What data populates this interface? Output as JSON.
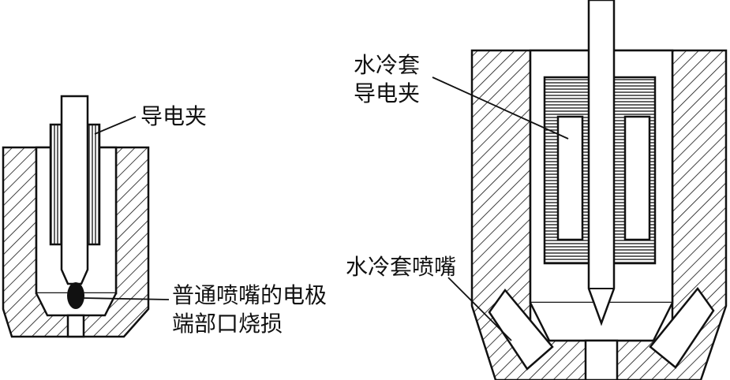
{
  "colors": {
    "ink": "#111111",
    "fill": "#ffffff"
  },
  "left_figure": {
    "clip_label": "导电夹",
    "damage_label_line1": "普通喷嘴的电极",
    "damage_label_line2": "端部口烧损"
  },
  "right_figure": {
    "jacket_label_line1": "水冷套",
    "jacket_label_line2": "导电夹",
    "nozzle_label": "水冷套喷嘴"
  }
}
